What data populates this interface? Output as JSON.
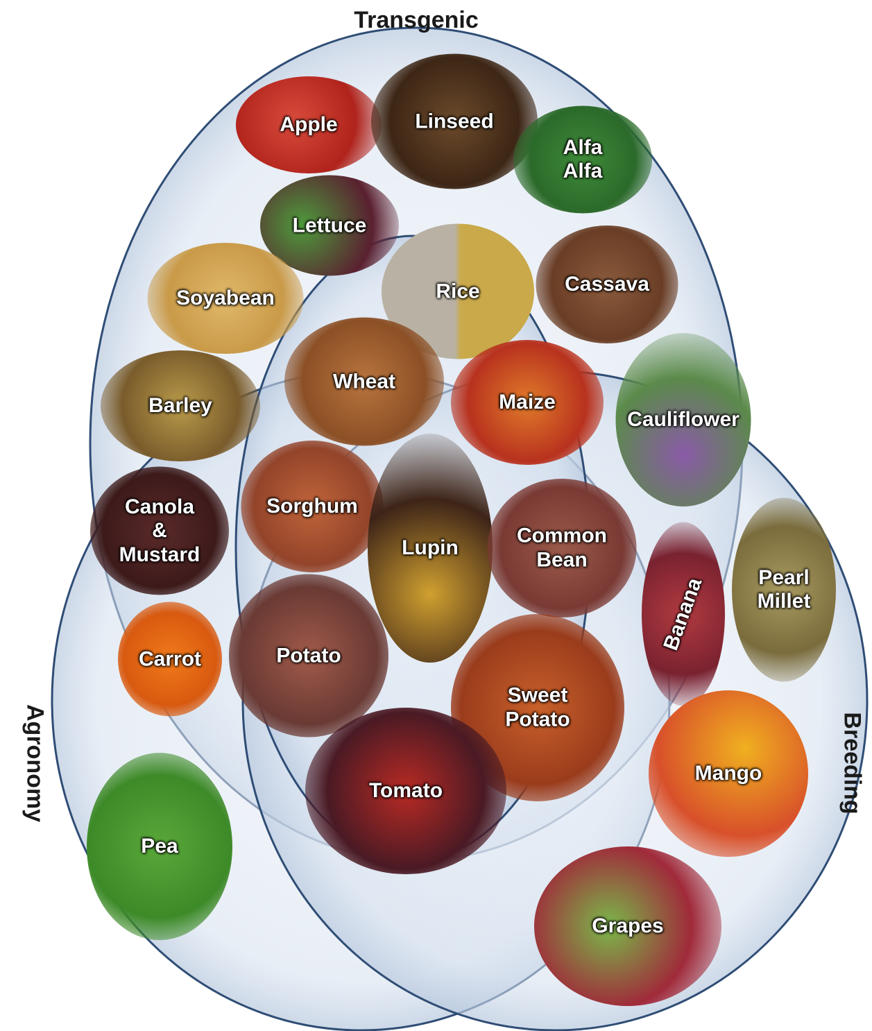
{
  "sets": {
    "transgenic": "Transgenic",
    "agronomy": "Agronomy",
    "breeding": "Breeding"
  },
  "crops": {
    "apple": "Apple",
    "linseed": "Linseed",
    "alfa_alfa": "Alfa Alfa",
    "lettuce": "Lettuce",
    "soyabean": "Soyabean",
    "rice": "Rice",
    "cassava": "Cassava",
    "barley": "Barley",
    "wheat": "Wheat",
    "maize": "Maize",
    "cauliflower": "Cauliflower",
    "canola_mustard": "Canola &\nMustard",
    "sorghum": "Sorghum",
    "lupin": "Lupin",
    "common_bean": "Common\nBean",
    "banana": "Banana",
    "pearl_millet": "Pearl\nMillet",
    "carrot": "Carrot",
    "potato": "Potato",
    "sweet_potato": "Sweet Potato",
    "mango": "Mango",
    "tomato": "Tomato",
    "pea": "Pea",
    "grapes": "Grapes"
  },
  "colors": {
    "circle_fill": "#dde6f2",
    "circle_stroke": "#2f4d75"
  }
}
